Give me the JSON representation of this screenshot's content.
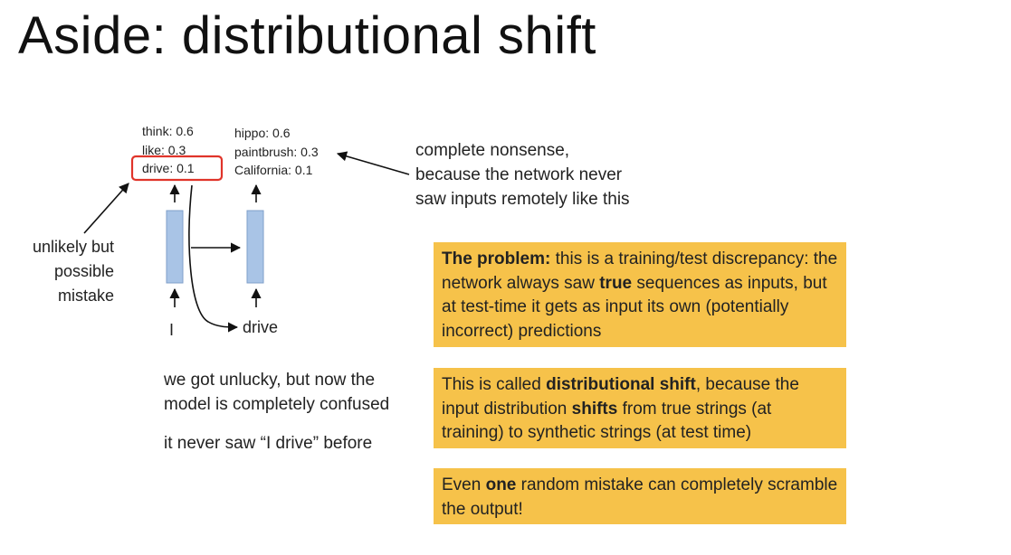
{
  "slide": {
    "title": "Aside: distributional shift"
  },
  "step1": {
    "predictions": [
      {
        "text": "think: 0.6"
      },
      {
        "text": "like: 0.3"
      },
      {
        "text": "drive: 0.1"
      }
    ],
    "input": "I"
  },
  "step2": {
    "predictions": [
      {
        "text": "hippo: 0.6"
      },
      {
        "text": "paintbrush: 0.3"
      },
      {
        "text": "California: 0.1"
      }
    ],
    "input": "drive"
  },
  "annotations": {
    "mistake_lines": [
      "unlikely but",
      "possible",
      "mistake"
    ],
    "nonsense_lines": [
      "complete nonsense,",
      "because the network never",
      "saw inputs remotely like this"
    ],
    "unlucky_lines": [
      "we got unlucky, but now the",
      "model is completely confused"
    ],
    "never_saw": "it never saw “I drive” before"
  },
  "boxes": {
    "problem": {
      "bold_lead": "The problem:",
      "rest1": " this is a training/test discrepancy: the network always saw ",
      "bold_true": "true",
      "rest2": " sequences as inputs, but at test-time it gets as input its own (potentially incorrect) predictions"
    },
    "shift": {
      "pre": "This is called ",
      "bold1": "distributional shift",
      "mid1": ", because the input distribution ",
      "bold2": "shifts",
      "post": " from true strings (at training) to synthetic strings (at test time)"
    },
    "one": {
      "pre": "Even ",
      "bold": "one",
      "post": " random mistake can completely scramble the output!"
    }
  },
  "colors": {
    "box_fill": "#f6c24a",
    "rnn_cell": "#a9c4e6",
    "highlight_border": "#e0342a"
  }
}
